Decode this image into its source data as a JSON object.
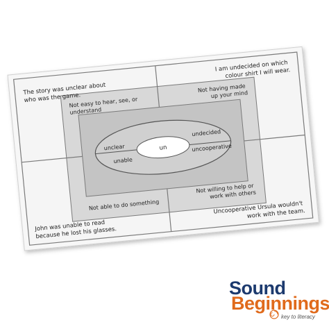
{
  "colors": {
    "sheet": "#f7f7f7",
    "frame_border": "#7a7a7a",
    "middle_panel": "#d8d8d8",
    "inner_panel": "#c4c4c4",
    "ellipse_fill": "#d0d0d0",
    "center_oval": "#ffffff",
    "text": "#222222",
    "brand_blue": "#1c3a6e",
    "brand_orange": "#e06a1b"
  },
  "worksheet": {
    "corners": {
      "top_left": [
        "The story was unclear about",
        "who was the game."
      ],
      "top_right": [
        "I am undecided on which",
        "colour shirt I will wear."
      ],
      "bottom_left": [
        "John was unable to read",
        "because he lost his glasses."
      ],
      "bottom_right": [
        "Uncooperative Ursula wouldn't",
        "work with the team."
      ]
    },
    "meanings": {
      "top_left": [
        "Not easy to hear, see, or",
        "understand"
      ],
      "top_right": [
        "Not having made",
        "up your mind"
      ],
      "bottom_left": [
        "Not able to do something"
      ],
      "bottom_right": [
        "Not willing to help or",
        "work with others"
      ]
    },
    "words": {
      "top_left": "unclear",
      "bottom_left": "unable",
      "top_right": "undecided",
      "bottom_right": "uncooperative"
    },
    "prefix": "un"
  },
  "brand": {
    "line1": "Sound",
    "line2": "Beginnings",
    "tagline": "key to literacy"
  },
  "icons": {
    "brand_mark": "swirl-icon"
  }
}
